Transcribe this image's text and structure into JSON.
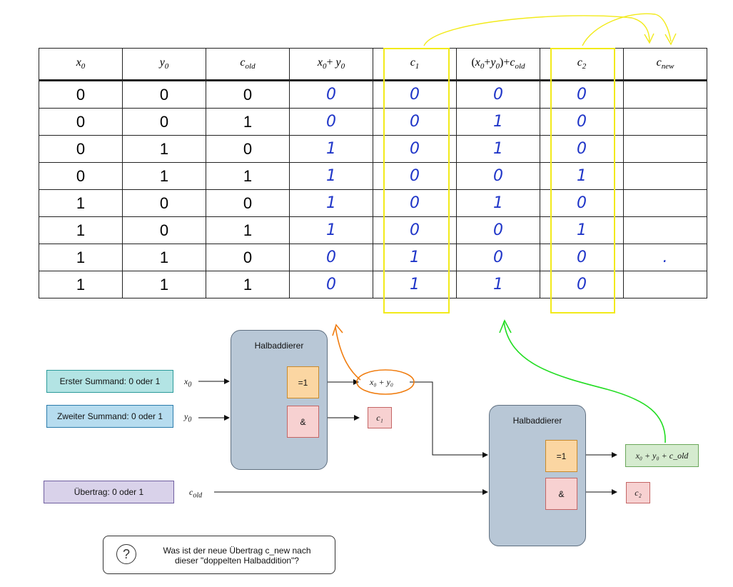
{
  "table": {
    "headers": [
      {
        "base": "x",
        "sub": "0"
      },
      {
        "base": "y",
        "sub": "0"
      },
      {
        "base": "c",
        "sub": "old"
      },
      {
        "pre": "",
        "base": "x",
        "sub": "0",
        "mid": "+ y",
        "sub2": "0",
        "post": ""
      },
      {
        "base": "c",
        "sub": "1"
      },
      {
        "pre": "(x",
        "base": "",
        "sub": "0",
        "mid": "+y",
        "sub2": "0",
        "post": ")+c",
        "sub3": "old"
      },
      {
        "base": "c",
        "sub": "2"
      },
      {
        "base": "c",
        "sub": "new"
      }
    ],
    "rows": [
      [
        "0",
        "0",
        "0",
        "0",
        "0",
        "0",
        "0",
        ""
      ],
      [
        "0",
        "0",
        "1",
        "0",
        "0",
        "1",
        "0",
        ""
      ],
      [
        "0",
        "1",
        "0",
        "1",
        "0",
        "1",
        "0",
        ""
      ],
      [
        "0",
        "1",
        "1",
        "1",
        "0",
        "0",
        "1",
        ""
      ],
      [
        "1",
        "0",
        "0",
        "1",
        "0",
        "1",
        "0",
        ""
      ],
      [
        "1",
        "0",
        "1",
        "1",
        "0",
        "0",
        "1",
        ""
      ],
      [
        "1",
        "1",
        "0",
        "0",
        "1",
        "0",
        "0",
        "."
      ],
      [
        "1",
        "1",
        "1",
        "0",
        "1",
        "1",
        "0",
        ""
      ]
    ]
  },
  "diagram": {
    "inputs": {
      "first": "Erster Summand: 0 oder 1",
      "second": "Zweiter Summand: 0 oder 1",
      "carry": "Übertrag: 0 oder 1"
    },
    "signals": {
      "x0": "x",
      "x0_sub": "0",
      "y0": "y",
      "y0_sub": "0",
      "cold": "c",
      "cold_sub": "old"
    },
    "half_adder_1": {
      "title": "Halbaddierer",
      "xor": "=1",
      "and": "&"
    },
    "half_adder_2": {
      "title": "Halbaddierer",
      "xor": "=1",
      "and": "&"
    },
    "outputs": {
      "sum1": "x₀ + y₀",
      "c1": "c₁",
      "sum2": "x₀ + y₀ + c_old",
      "c2": "c₂"
    }
  },
  "question": {
    "icon": "question-circle-icon",
    "line1": "Was ist der neue Übertrag c_new nach",
    "line2": "dieser \"doppelten Halbaddition\"?"
  },
  "colors": {
    "handwriting": "#1f35c8",
    "highlight_yellow": "#f2ea1a",
    "annotation_orange": "#f07d10",
    "annotation_green": "#22dd22"
  }
}
